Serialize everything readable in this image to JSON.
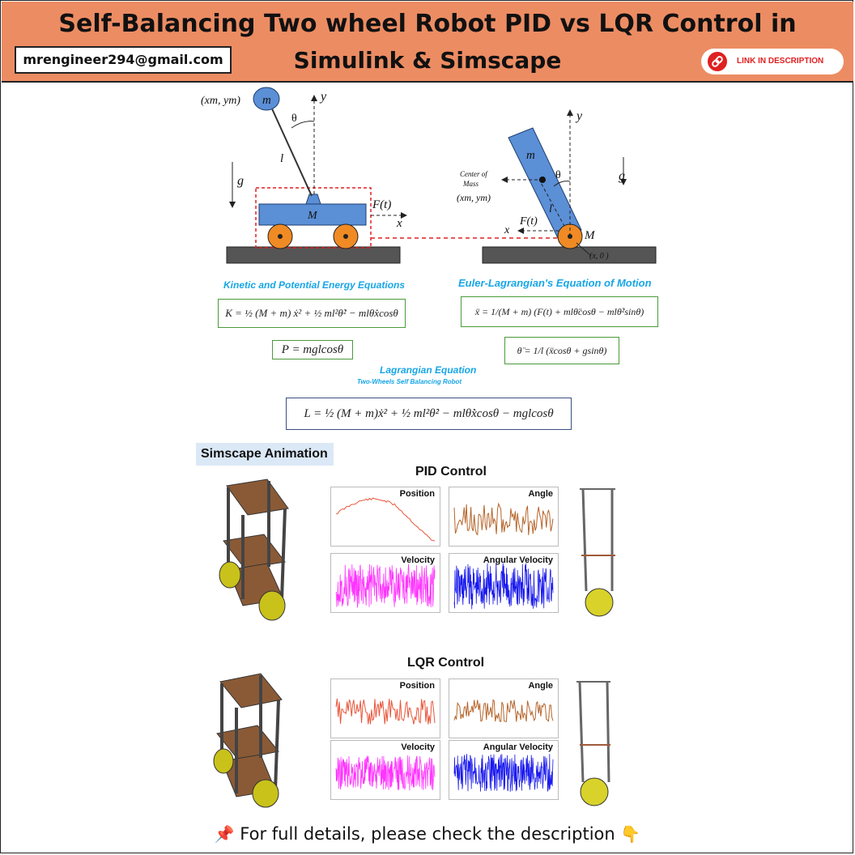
{
  "header": {
    "title_line1": "Self-Balancing Two wheel Robot PID vs LQR Control in",
    "title_line2": "Simulink & Simscape",
    "email": "mrengineer294@gmail.com",
    "link_badge": "LINK IN DESCRIPTION",
    "link_icon": "link-icon",
    "color": "#ec8c63"
  },
  "diagram_left": {
    "mass_coord": "(xm, ym)",
    "mass": "m",
    "y": "y",
    "theta": "θ",
    "length": "l",
    "gravity": "g",
    "cart": "M",
    "force": "F(t)",
    "x": "x"
  },
  "diagram_right": {
    "y": "y",
    "mass": "m",
    "center_of_mass_line1": "Center of",
    "center_of_mass_line2": "Mass",
    "theta": "θ",
    "gravity": "g",
    "mass_coord": "(xm, ym)",
    "length": "l",
    "force": "F(t)",
    "x": "x",
    "wheel_mass": "M",
    "origin": "(x, 0 )"
  },
  "equations": {
    "kinetic_label": "Kinetic and Potential Energy Equations",
    "kinetic": "K = ½ (M + m) ẋ² + ½ ml²θ̇² − mlθ̇ẋcosθ",
    "potential": "P = mglcosθ",
    "euler_label": "Euler-Lagrangian's Equation of Motion",
    "euler_x": "ẍ = 1/(M + m) (F(t) + mlθ̈cosθ − mlθ̇²sinθ)",
    "euler_theta": "θ̈ = 1/l (ẍcosθ + gsinθ)",
    "lagrangian_label": "Lagrangian Equation",
    "lagrangian_sub": "Two-Wheels Self Balancing Robot",
    "lagrangian": "L = ½ (M + m)ẋ² + ½ ml²θ̇² − mlθ̇ẋcosθ − mglcosθ"
  },
  "simscape": {
    "label": "Simscape Animation",
    "pid": {
      "title": "PID Control",
      "plots": [
        "Position",
        "Angle",
        "Velocity",
        "Angular Velocity"
      ]
    },
    "lqr": {
      "title": "LQR Control",
      "plots": [
        "Position",
        "Angle",
        "Velocity",
        "Angular Velocity"
      ]
    },
    "colors": {
      "position": "#e8553a",
      "angle": "#b5642a",
      "velocity": "#ff33ff",
      "angular_velocity": "#1a1aee"
    }
  },
  "footer": {
    "pin_icon": "pushpin-icon",
    "text": "For full details, please check the description",
    "hand_icon": "hand-pointing-down-icon"
  }
}
